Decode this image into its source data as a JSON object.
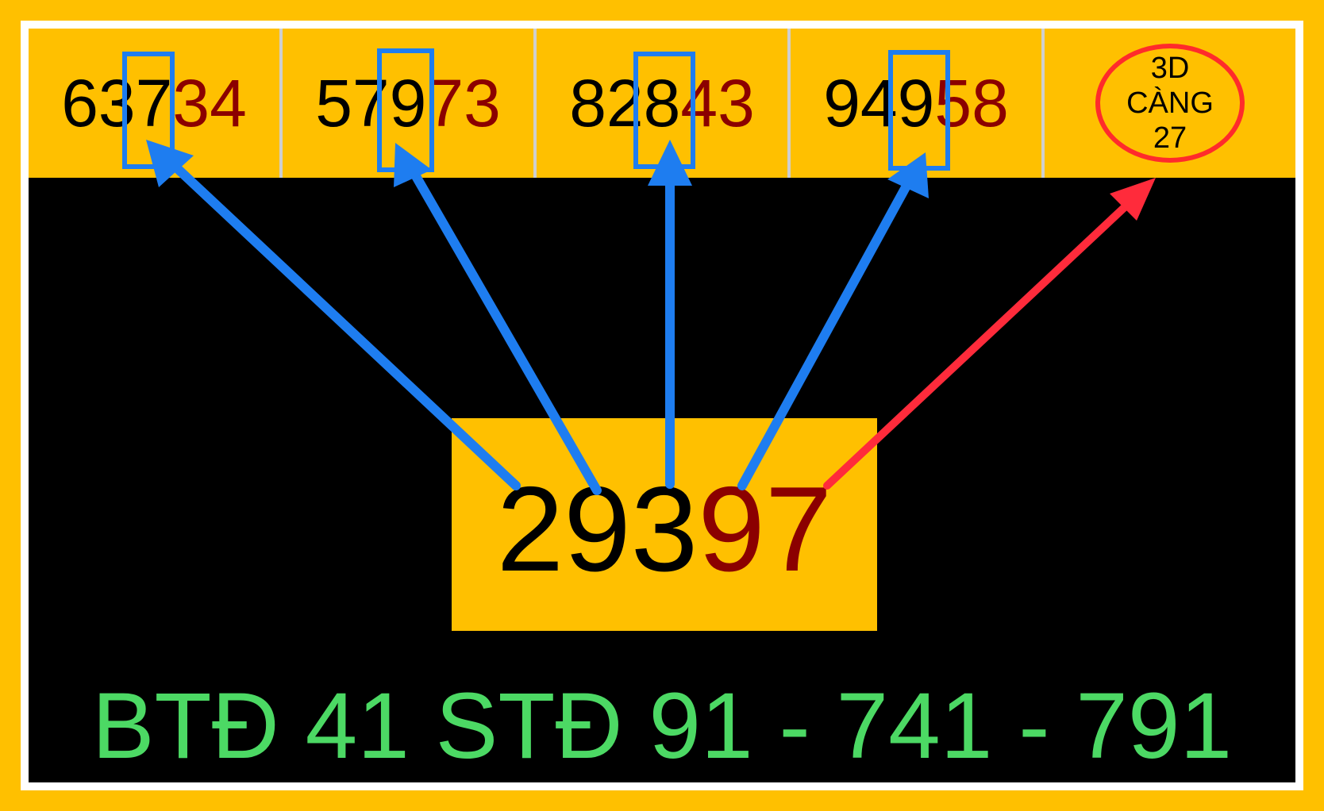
{
  "top_numbers": [
    {
      "black": "637",
      "red": "34"
    },
    {
      "black": "579",
      "red": "73"
    },
    {
      "black": "828",
      "red": "43"
    },
    {
      "black": "949",
      "red": "58"
    }
  ],
  "badge": {
    "line1": "3D",
    "line2": "CÀNG",
    "line3": "27"
  },
  "result": {
    "black": "293",
    "red": "97"
  },
  "bottom_text": "BTĐ 41 STĐ 91 - 741 - 791",
  "colors": {
    "background": "#FFC000",
    "panel": "#000000",
    "red_digits": "#8B0000",
    "highlight_box": "#1e7df0",
    "badge_ring": "#ff2b2b",
    "text_green": "#4cd964"
  }
}
